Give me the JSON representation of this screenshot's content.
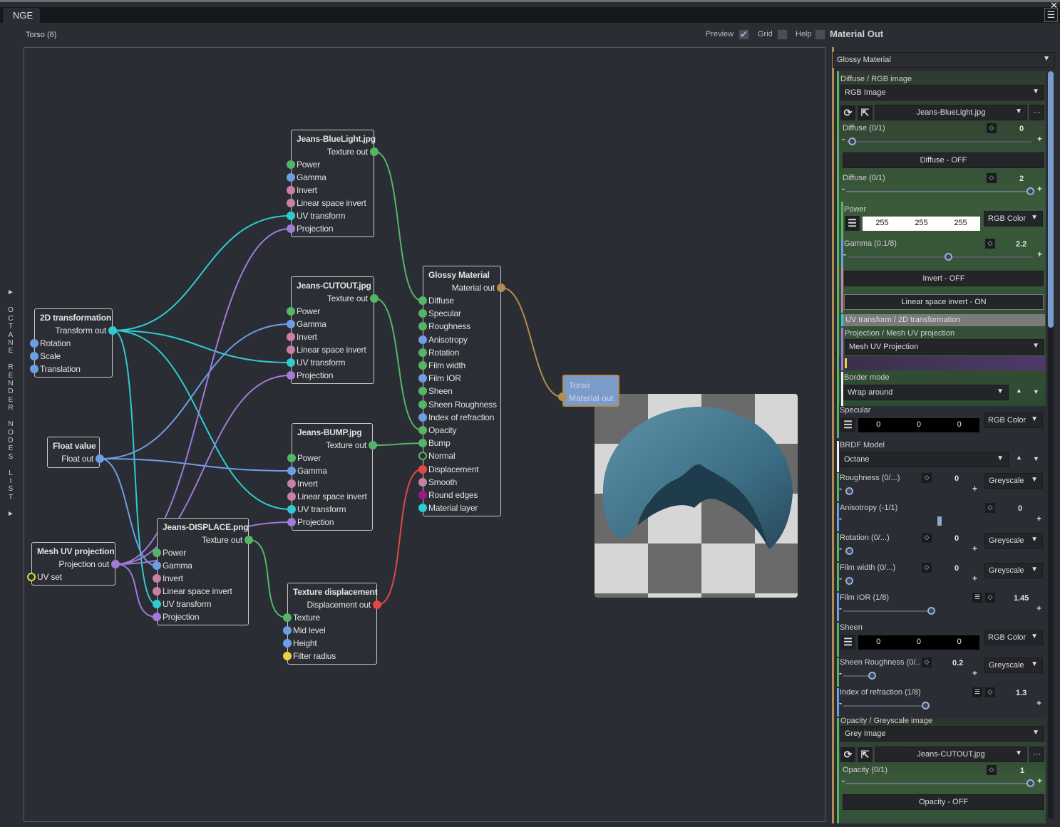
{
  "app": {
    "tab": "NGE",
    "breadcrumb": "Torso (6)",
    "close_icon": "close-icon",
    "menu_icon": "panel-menu-icon"
  },
  "toolbar": {
    "preview_label": "Preview",
    "preview_checked": true,
    "grid_label": "Grid",
    "grid_checked": false,
    "help_label": "Help",
    "help_checked": false,
    "selected_node": "Material Out"
  },
  "sidebar": {
    "title": "OCTANE RENDER NODES LIST"
  },
  "colors": {
    "green": "#55b565",
    "blue": "#6d9ee4",
    "pink": "#c880a6",
    "cyan": "#2fcbd0",
    "purple": "#a27ad8",
    "red": "#e24848",
    "magenta": "#a0148f",
    "yellow": "#e8d43a",
    "tan": "#b48c52",
    "accent": "#7b9bc9"
  },
  "graph": {
    "nodes": [
      {
        "title": "Jeans-BlueLight.jpg",
        "output": "Texture out",
        "out_color": "green",
        "inputs": [
          {
            "label": "Power",
            "color": "green"
          },
          {
            "label": "Gamma",
            "color": "blue"
          },
          {
            "label": "Invert",
            "color": "pink"
          },
          {
            "label": "Linear space invert",
            "color": "pink"
          },
          {
            "label": "UV transform",
            "color": "cyan"
          },
          {
            "label": "Projection",
            "color": "purple"
          }
        ]
      },
      {
        "title": "Jeans-CUTOUT.jpg",
        "output": "Texture out",
        "out_color": "green",
        "inputs": [
          {
            "label": "Power",
            "color": "green"
          },
          {
            "label": "Gamma",
            "color": "blue"
          },
          {
            "label": "Invert",
            "color": "pink"
          },
          {
            "label": "Linear space invert",
            "color": "pink"
          },
          {
            "label": "UV transform",
            "color": "cyan"
          },
          {
            "label": "Projection",
            "color": "purple"
          }
        ]
      },
      {
        "title": "Jeans-BUMP.jpg",
        "output": "Texture out",
        "out_color": "green",
        "inputs": [
          {
            "label": "Power",
            "color": "green"
          },
          {
            "label": "Gamma",
            "color": "blue"
          },
          {
            "label": "Invert",
            "color": "pink"
          },
          {
            "label": "Linear space invert",
            "color": "pink"
          },
          {
            "label": "UV transform",
            "color": "cyan"
          },
          {
            "label": "Projection",
            "color": "purple"
          }
        ]
      },
      {
        "title": "Jeans-DISPLACE.png",
        "output": "Texture out",
        "out_color": "green",
        "inputs": [
          {
            "label": "Power",
            "color": "green"
          },
          {
            "label": "Gamma",
            "color": "blue"
          },
          {
            "label": "Invert",
            "color": "pink"
          },
          {
            "label": "Linear space invert",
            "color": "pink"
          },
          {
            "label": "UV transform",
            "color": "cyan"
          },
          {
            "label": "Projection",
            "color": "purple"
          }
        ]
      },
      {
        "title": "Glossy Material",
        "output": "Material out",
        "out_color": "tan",
        "inputs": [
          {
            "label": "Diffuse",
            "color": "green"
          },
          {
            "label": "Specular",
            "color": "green"
          },
          {
            "label": "Roughness",
            "color": "green"
          },
          {
            "label": "Anisotropy",
            "color": "blue"
          },
          {
            "label": "Rotation",
            "color": "green"
          },
          {
            "label": "Film width",
            "color": "green"
          },
          {
            "label": "Film IOR",
            "color": "blue"
          },
          {
            "label": "Sheen",
            "color": "green"
          },
          {
            "label": "Sheen Roughness",
            "color": "green"
          },
          {
            "label": "Index of refraction",
            "color": "blue"
          },
          {
            "label": "Opacity",
            "color": "green"
          },
          {
            "label": "Bump",
            "color": "green"
          },
          {
            "label": "Normal",
            "color": "green",
            "hollow": true
          },
          {
            "label": "Displacement",
            "color": "red"
          },
          {
            "label": "Smooth",
            "color": "pink"
          },
          {
            "label": "Round edges",
            "color": "magenta"
          },
          {
            "label": "Material layer",
            "color": "cyan"
          }
        ]
      },
      {
        "title": "2D transformation",
        "output": "Transform out",
        "out_color": "cyan",
        "inputs": [
          {
            "label": "Rotation",
            "color": "blue"
          },
          {
            "label": "Scale",
            "color": "blue"
          },
          {
            "label": "Translation",
            "color": "blue"
          }
        ]
      },
      {
        "title": "Float value",
        "output": "Float out",
        "out_color": "blue",
        "inputs": []
      },
      {
        "title": "Mesh UV projection",
        "output": "Projection out",
        "out_color": "purple",
        "inputs": [
          {
            "label": "UV set",
            "color": "yellow",
            "hollow": true
          }
        ]
      },
      {
        "title": "Texture displacement",
        "output": "Displacement out",
        "out_color": "red",
        "inputs": [
          {
            "label": "Texture",
            "color": "green"
          },
          {
            "label": "Mid level",
            "color": "blue"
          },
          {
            "label": "Height",
            "color": "blue"
          },
          {
            "label": "Filter radius",
            "color": "yellow"
          }
        ]
      }
    ],
    "output_node": {
      "title": "Torso",
      "label": "Material out"
    },
    "edges": [
      [
        5,
        0,
        4
      ],
      [
        5,
        1,
        4
      ],
      [
        5,
        2,
        4
      ],
      [
        5,
        3,
        4
      ],
      [
        6,
        1,
        1
      ],
      [
        6,
        2,
        1
      ],
      [
        6,
        3,
        1
      ],
      [
        7,
        0,
        5
      ],
      [
        7,
        1,
        5
      ],
      [
        7,
        2,
        5
      ],
      [
        7,
        3,
        5
      ],
      [
        0,
        4,
        0
      ],
      [
        1,
        4,
        10
      ],
      [
        2,
        4,
        11
      ],
      [
        3,
        8,
        0
      ],
      [
        8,
        4,
        13
      ],
      [
        4,
        9,
        0
      ]
    ]
  },
  "panel": {
    "material_type": "Glossy Material",
    "diffuse": {
      "section": "Diffuse / RGB image",
      "type": "RGB Image",
      "file": "Jeans-BlueLight.jpg",
      "p1_label": "Diffuse (0/1)",
      "p1_value": "0",
      "p1_frac": 0,
      "toggle": "Diffuse - OFF",
      "p2_label": "Diffuse (0/1)",
      "p2_value": "2",
      "p2_frac": 1,
      "power_label": "Power",
      "power_rgb": [
        "255",
        "255",
        "255"
      ],
      "power_mode": "RGB Color",
      "gamma_label": "Gamma (0.1/8)",
      "gamma_value": "2.2",
      "gamma_frac": 0.52,
      "invert": "Invert - OFF",
      "linear": "Linear space invert - ON",
      "uv": "UV transform / 2D transformation",
      "projection_label": "Projection / Mesh UV projection",
      "projection": "Mesh UV Projection",
      "border_label": "Border mode",
      "border": "Wrap around"
    },
    "specular": {
      "label": "Specular",
      "rgb": [
        "0",
        "0",
        "0"
      ],
      "mode": "RGB Color"
    },
    "brdf": {
      "label": "BRDF Model",
      "value": "Octane"
    },
    "roughness": {
      "label": "Roughness (0/...)",
      "value": "0",
      "mode": "Greyscale"
    },
    "anisotropy": {
      "label": "Anisotropy (-1/1)",
      "value": "0"
    },
    "rotation": {
      "label": "Rotation (0/...)",
      "value": "0",
      "mode": "Greyscale"
    },
    "film_width": {
      "label": "Film width (0/...)",
      "value": "0",
      "mode": "Greyscale"
    },
    "film_ior": {
      "label": "Film IOR (1/8)",
      "value": "1.45"
    },
    "sheen": {
      "label": "Sheen",
      "rgb": [
        "0",
        "0",
        "0"
      ],
      "mode": "RGB Color"
    },
    "sheen_roughness": {
      "label": "Sheen Roughness (0/..",
      "value": "0.2",
      "mode": "Greyscale"
    },
    "ior": {
      "label": "Index of refraction (1/8)",
      "value": "1.3"
    },
    "opacity": {
      "section": "Opacity / Greyscale image",
      "type": "Grey Image",
      "file": "Jeans-CUTOUT.jpg",
      "p1_label": "Opacity (0/1)",
      "p1_value": "1",
      "toggle": "Opacity - OFF"
    }
  }
}
